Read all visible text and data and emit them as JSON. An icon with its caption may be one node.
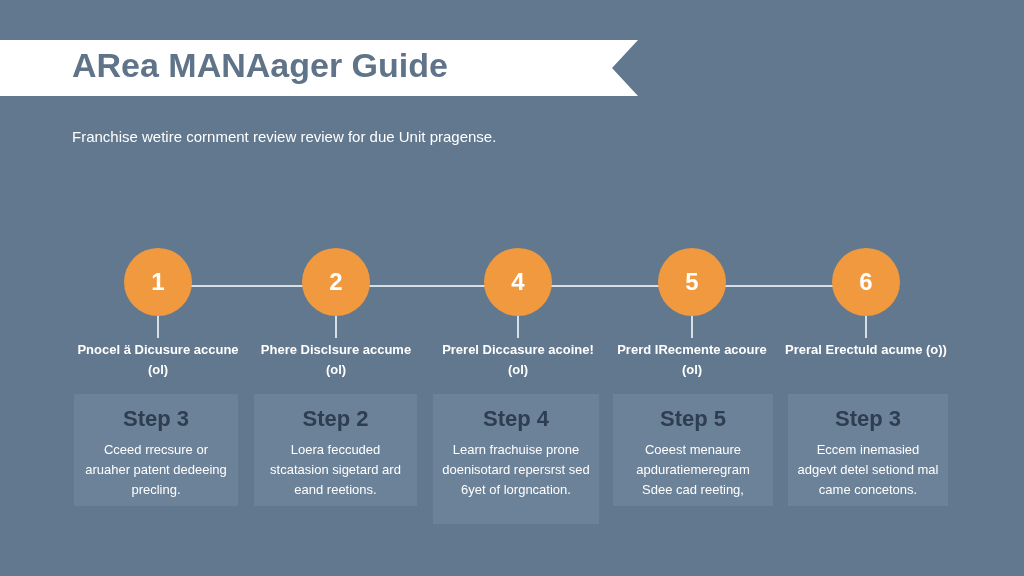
{
  "diagram": {
    "title": "ARea MANAager Guide",
    "nodes": [
      {
        "text": [
          "1"
        ]
      },
      {
        "text": [
          "2"
        ]
      },
      {
        "text": [
          "4"
        ]
      },
      {
        "text": [
          "5"
        ]
      },
      {
        "text": [
          "6"
        ]
      },
      {
        "text": [
          "Pnocel ä Dicusure accune (ol)"
        ]
      },
      {
        "text": [
          "Phere Disclsure accume (ol)"
        ]
      },
      {
        "text": [
          "Prerel Diccasure acoine!(ol)"
        ]
      },
      {
        "text": [
          "Prerd IRecmente acoure (ol)"
        ]
      },
      {
        "text": [
          "Preral Erectuld acume (o))"
        ]
      },
      {
        "text": [
          "Step 3",
          "Cceed rrecsure or aruaher patent dedeeing precling."
        ]
      },
      {
        "text": [
          "Step 2",
          "Loera feccuded stcatasion sigetard ard eand reetions."
        ]
      },
      {
        "text": [
          "Step 4",
          "Learn frachuise prone doenisotard repersrst sed 6yet of lorgncation."
        ]
      },
      {
        "text": [
          "Step 5",
          "Coeest menaure apduratiemeregram Sdee cad reeting,"
        ]
      },
      {
        "text": [
          "Step 3",
          "Eccem inemasied adgevt detel setiond mal came concetons."
        ]
      }
    ],
    "edges": [
      {
        "from": 0,
        "to": 1,
        "arrow": "none"
      },
      {
        "from": 1,
        "to": 2,
        "arrow": "none"
      },
      {
        "from": 2,
        "to": 3,
        "arrow": "none"
      },
      {
        "from": 3,
        "to": 4,
        "arrow": "none"
      },
      {
        "from": 0,
        "to": 5,
        "arrow": "none"
      },
      {
        "from": 1,
        "to": 6,
        "arrow": "none"
      },
      {
        "from": 2,
        "to": 7,
        "arrow": "none"
      },
      {
        "from": 3,
        "to": 8,
        "arrow": "none"
      },
      {
        "from": 4,
        "to": 9,
        "arrow": "none"
      }
    ],
    "labels": [
      "Franchise wetire cornment review review for due Unit pragense."
    ]
  }
}
